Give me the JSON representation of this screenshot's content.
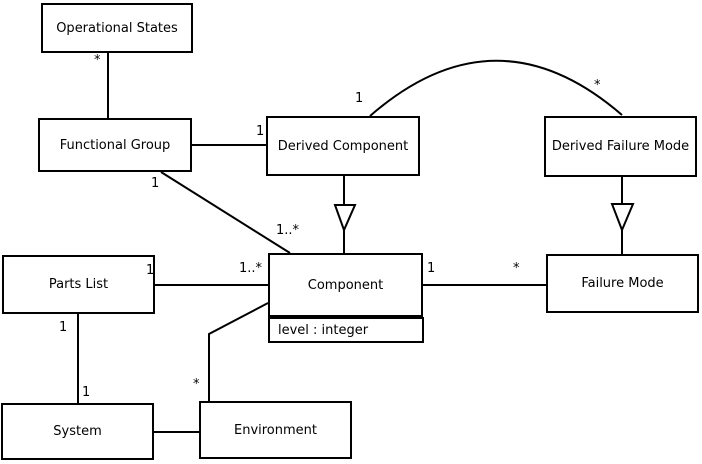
{
  "diagram": {
    "type": "uml-class-diagram",
    "classes": [
      {
        "id": "operational-states",
        "name": "Operational States"
      },
      {
        "id": "functional-group",
        "name": "Functional Group"
      },
      {
        "id": "derived-component",
        "name": "Derived Component"
      },
      {
        "id": "derived-failure-mode",
        "name": "Derived Failure Mode"
      },
      {
        "id": "parts-list",
        "name": "Parts List"
      },
      {
        "id": "component",
        "name": "Component",
        "attributes": [
          "level : integer"
        ]
      },
      {
        "id": "failure-mode",
        "name": "Failure Mode"
      },
      {
        "id": "system",
        "name": "System"
      },
      {
        "id": "environment",
        "name": "Environment"
      }
    ],
    "relationships": [
      {
        "from": "Operational States",
        "to": "Functional Group",
        "type": "association",
        "label_from": "*"
      },
      {
        "from": "Functional Group",
        "to": "Derived Component",
        "type": "association",
        "label_to": "1"
      },
      {
        "from": "Derived Component",
        "to": "Component",
        "type": "generalization"
      },
      {
        "from": "Derived Failure Mode",
        "to": "Failure Mode",
        "type": "generalization"
      },
      {
        "from": "Derived Component",
        "to": "Derived Failure Mode",
        "type": "association",
        "label_from": "1",
        "label_to": "*"
      },
      {
        "from": "Functional Group",
        "to": "Component",
        "type": "association",
        "label_from": "1",
        "label_to": "1..*"
      },
      {
        "from": "Parts List",
        "to": "Component",
        "type": "association",
        "label_from": "1",
        "label_to": "1..*"
      },
      {
        "from": "Component",
        "to": "Failure Mode",
        "type": "association",
        "label_from": "1",
        "label_to": "*"
      },
      {
        "from": "Parts List",
        "to": "System",
        "type": "association",
        "label_from": "1",
        "label_to": "1"
      },
      {
        "from": "Environment",
        "to": "Component",
        "type": "association",
        "label_from": "*"
      },
      {
        "from": "System",
        "to": "Environment",
        "type": "association"
      }
    ],
    "colors": {
      "line": "#000000",
      "text": "#000000",
      "box_fill": "#ffffff",
      "background": "#ffffff"
    }
  }
}
